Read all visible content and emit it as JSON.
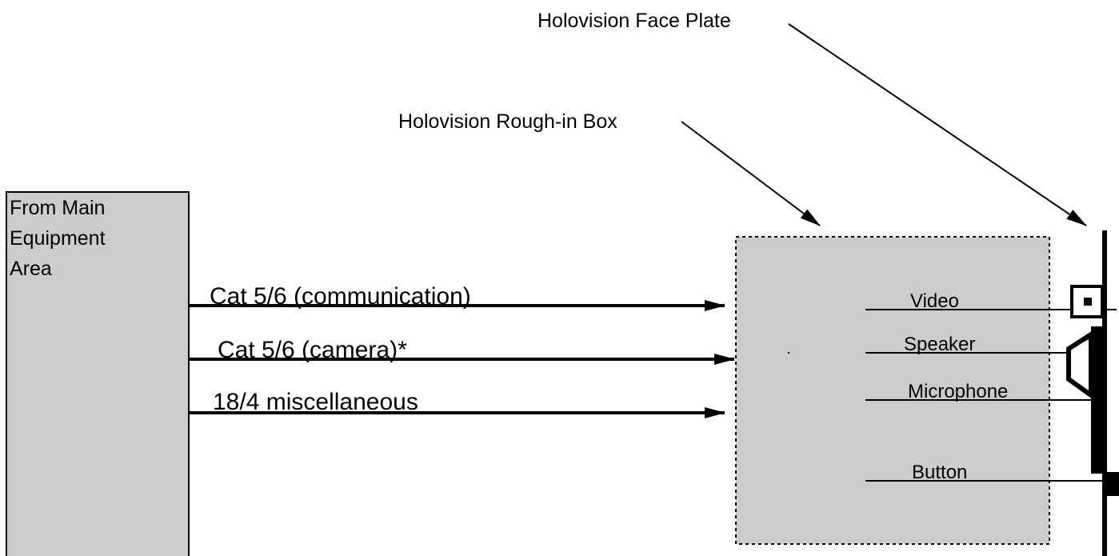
{
  "labels": {
    "face_plate": "Holovision Face Plate",
    "rough_in_box": "Holovision Rough-in Box",
    "source_line1": "From Main",
    "source_line2": "Equipment",
    "source_line3": "Area"
  },
  "cables": {
    "communication": "Cat 5/6   (communication)",
    "camera": "Cat 5/6   (camera)*",
    "misc": "18/4  miscellaneous"
  },
  "connections": {
    "video": "Video",
    "speaker": "Speaker",
    "microphone": "Microphone",
    "button": "Button"
  },
  "colors": {
    "box_fill": "#cccccc",
    "line": "#000000"
  }
}
